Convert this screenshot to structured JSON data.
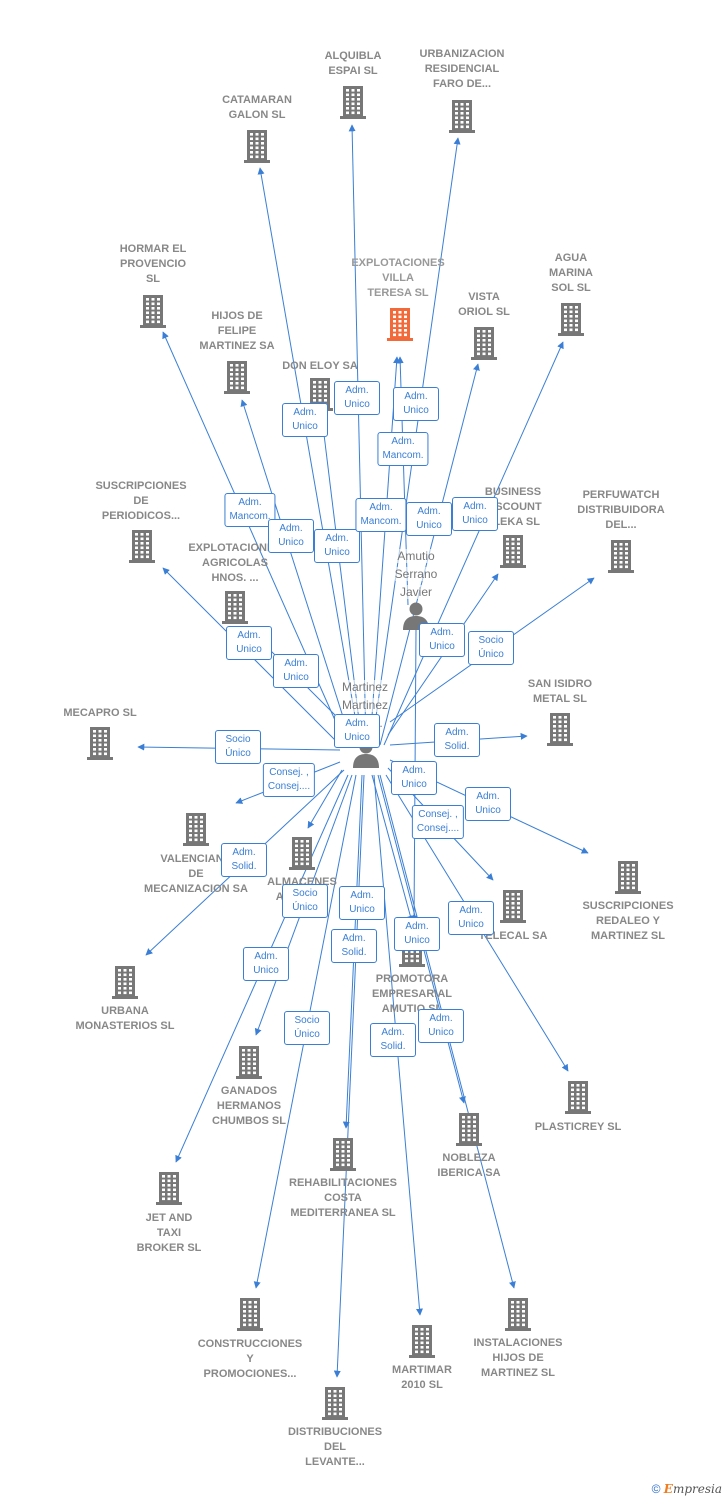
{
  "focus": {
    "label": "EXPLOTACIONES\nVILLA\nTERESA  SL",
    "color": "#f26a3a"
  },
  "colors": {
    "building": "#777777",
    "link": "#3a7fd5"
  },
  "companies": [
    {
      "id": "alquibla",
      "label": "ALQUIBLA\nESPAI SL"
    },
    {
      "id": "urbanizacion",
      "label": "URBANIZACION\nRESIDENCIAL\nFARO DE..."
    },
    {
      "id": "catamaran",
      "label": "CATAMARAN\nGALON SL"
    },
    {
      "id": "hormar",
      "label": "HORMAR EL\nPROVENCIO\nSL"
    },
    {
      "id": "agua",
      "label": "AGUA\nMARINA\nSOL SL"
    },
    {
      "id": "vista",
      "label": "VISTA\nORIOL SL"
    },
    {
      "id": "hijos",
      "label": "HIJOS DE\nFELIPE\nMARTINEZ SA"
    },
    {
      "id": "doneloy",
      "label": "DON ELOY SA"
    },
    {
      "id": "business",
      "label": "BUSINESS\nDISCOUNT\nELEKA SL"
    },
    {
      "id": "perfuwatch",
      "label": "PERFUWATCH\nDISTRIBUIDORA\nDEL..."
    },
    {
      "id": "suscripciones",
      "label": "SUSCRIPCIONES\nDE\nPERIODICOS..."
    },
    {
      "id": "agricolas",
      "label": "EXPLOTACIONES\nAGRICOLAS\nHNOS. ..."
    },
    {
      "id": "mecapro",
      "label": "MECAPRO SL"
    },
    {
      "id": "sanisidro",
      "label": "SAN ISIDRO\nMETAL SL"
    },
    {
      "id": "valencian",
      "label": "VALENCIANA\nDE\nMECANIZACION SA"
    },
    {
      "id": "almacenes",
      "label": "ALMACENES\nAMUTIO..."
    },
    {
      "id": "redaleo",
      "label": "SUSCRIPCIONES\nREDALEO Y\nMARTINEZ SL"
    },
    {
      "id": "telecal",
      "label": "TELECAL SA"
    },
    {
      "id": "urbana",
      "label": "URBANA\nMONASTERIOS SL"
    },
    {
      "id": "promotora",
      "label": "PROMOTORA\nEMPRESARIAL\nAMUTIO SL"
    },
    {
      "id": "ganados",
      "label": "GANADOS\nHERMANOS\nCHUMBOS  SL"
    },
    {
      "id": "plasticrey",
      "label": "PLASTICREY SL"
    },
    {
      "id": "nobleza",
      "label": "NOBLEZA\nIBERICA SA"
    },
    {
      "id": "rehabilitaciones",
      "label": "REHABILITACIONES\nCOSTA\nMEDITERRANEA SL"
    },
    {
      "id": "jet",
      "label": "JET AND\nTAXI\nBROKER SL"
    },
    {
      "id": "construcciones",
      "label": "CONSTRUCCIONES\nY\nPROMOCIONES..."
    },
    {
      "id": "martimar",
      "label": "MARTIMAR\n2010 SL"
    },
    {
      "id": "instalaciones",
      "label": "INSTALACIONES\nHIJOS DE\nMARTINEZ SL"
    },
    {
      "id": "distribuciones",
      "label": "DISTRIBUCIONES\nDEL\nLEVANTE..."
    }
  ],
  "people": [
    {
      "id": "amutio",
      "label": "Amutio\nSerrano\nJavier"
    },
    {
      "id": "martinez",
      "label": "Martinez\nMartinez\nJose..."
    }
  ],
  "relations": [
    "Adm.\nUnico",
    "Adm.\nUnico",
    "Adm.\nMancom.",
    "Adm.\nUnico",
    "Adm.\nMancom.",
    "Adm.\nUnico",
    "Adm.\nUnico",
    "Adm.\nMancom.",
    "Adm.\nUnico",
    "Adm.\nUnico",
    "Adm.\nUnico",
    "Adm.\nUnico",
    "Socio\nÚnico",
    "Adm.\nUnico",
    "Socio\nÚnico",
    "Adm.\nSolid.",
    "Consej. ,\nConsej....",
    "Adm.\nUnico",
    "Adm.\nUnico",
    "Consej. ,\nConsej....",
    "Adm.\nUnico",
    "Adm.\nSolid.",
    "Socio\nÚnico",
    "Adm.\nUnico",
    "Adm.\nUnico",
    "Adm.\nUnico",
    "Adm.\nUnico",
    "Adm.\nSolid.",
    "Socio\nÚnico",
    "Adm.\nSolid.",
    "Adm.\nUnico"
  ],
  "credit": {
    "symbol": "©",
    "brand_initial": "E",
    "brand_rest": "mpresia"
  }
}
